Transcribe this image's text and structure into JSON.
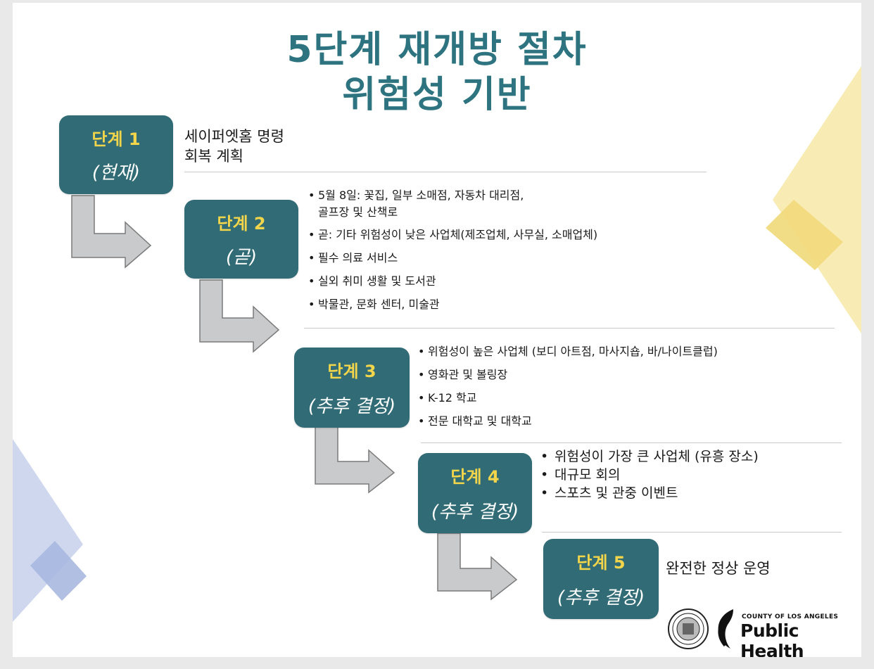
{
  "title": {
    "line1": "5단계 재개방 절차",
    "line2": "위험성 기반"
  },
  "stages": [
    {
      "name": "단계 1",
      "status": "(현재)"
    },
    {
      "name": "단계 2",
      "status": "(곧)"
    },
    {
      "name": "단계 3",
      "status": "(추후 결정)"
    },
    {
      "name": "단계 4",
      "status": "(추후 결정)"
    },
    {
      "name": "단계 5",
      "status": "(추후 결정)"
    }
  ],
  "stage1_text": {
    "line1": "세이퍼엣홈 명령",
    "line2": "회복 계획"
  },
  "stage2_items": [
    {
      "line1": "5월 8일: 꽃집, 일부 소매점, 자동차 대리점,",
      "line2": "골프장 및 산책로"
    },
    {
      "line1": "곧: 기타 위험성이 낮은 사업체(제조업체, 사무실, 소매업체)"
    },
    {
      "line1": "필수 의료 서비스"
    },
    {
      "line1": "실외 취미 생활 및 도서관"
    },
    {
      "line1": "박물관, 문화 센터, 미술관"
    }
  ],
  "stage3_items": [
    "위험성이 높은 사업체 (보디 아트점, 마사지숍, 바/나이트클럽)",
    "영화관 및 볼링장",
    "K-12 학교",
    "전문 대학교 및 대학교"
  ],
  "stage4_items": [
    "위험성이 가장 큰 사업체 (유흥 장소)",
    "대규모 회의",
    "스포츠 및 관중 이벤트"
  ],
  "stage5_text": "완전한 정상 운영",
  "logo": {
    "county": "COUNTY OF LOS ANGELES",
    "name": "Public Health"
  },
  "colors": {
    "stage_box": "#316c76",
    "stage_name": "#f2d54a",
    "title": "#2e7480",
    "arrow": "#c8cacc"
  }
}
